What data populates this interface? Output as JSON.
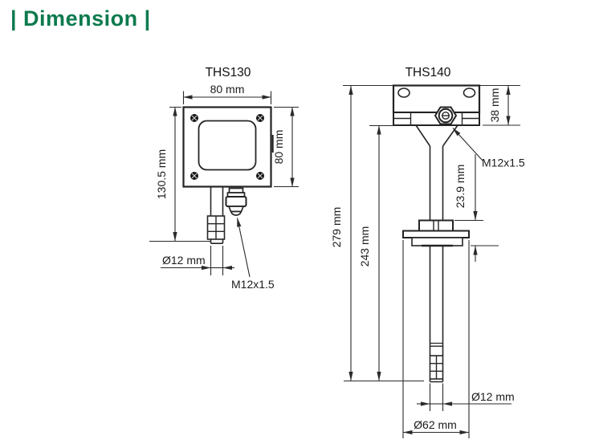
{
  "title": "| Dimension |",
  "colors": {
    "accent_green": "#0d7a4e",
    "line": "#2a2a2a"
  },
  "ths130": {
    "name": "THS130",
    "dim_width": "80 mm",
    "dim_height": "80 mm",
    "dim_total_height": "130.5 mm",
    "dim_probe_diameter": "Ø12 mm",
    "dim_cable_gland": "M12x1.5"
  },
  "ths140": {
    "name": "THS140",
    "dim_housing_height": "38 mm",
    "dim_connector": "M12x1.5",
    "dim_flange_section": "23.9 mm",
    "dim_total_length": "279 mm",
    "dim_insertion_length": "243 mm",
    "dim_probe_diameter": "Ø12 mm",
    "dim_flange_diameter": "Ø62 mm"
  }
}
